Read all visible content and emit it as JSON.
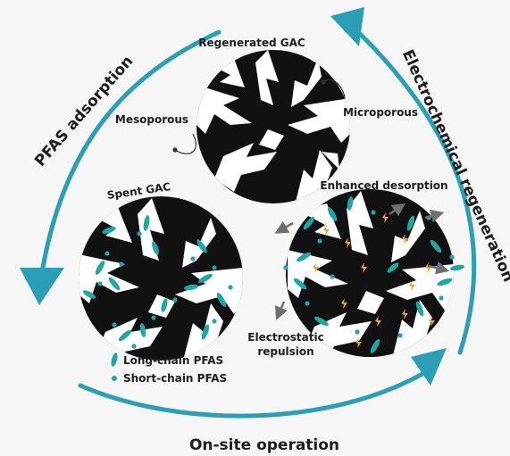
{
  "labels": {
    "regenerated_gac": "Regenerated GAC",
    "mesoporous": "Mesoporous",
    "microporous": "Microporous",
    "spent_gac": "Spent GAC",
    "enhanced_desorption": "Enhanced desorption",
    "electrostatic_repulsion_line1": "Electrostatic",
    "electrostatic_repulsion_line2": "repulsion"
  },
  "legend": {
    "long_chain": "Long-chain PFAS",
    "short_chain": "Short-chain PFAS"
  },
  "cycle": {
    "pfas_adsorption": "PFAS adsorption",
    "electrochemical_regeneration": "Electrochemical regeneration",
    "on_site_operation": "On-site operation"
  },
  "colors": {
    "arrow": "#2a9fb5",
    "pfas": "#1fa7a3",
    "carbon": "#111111",
    "spark": "#f2a81d",
    "repulsion_arrow": "#6f6f6f"
  }
}
